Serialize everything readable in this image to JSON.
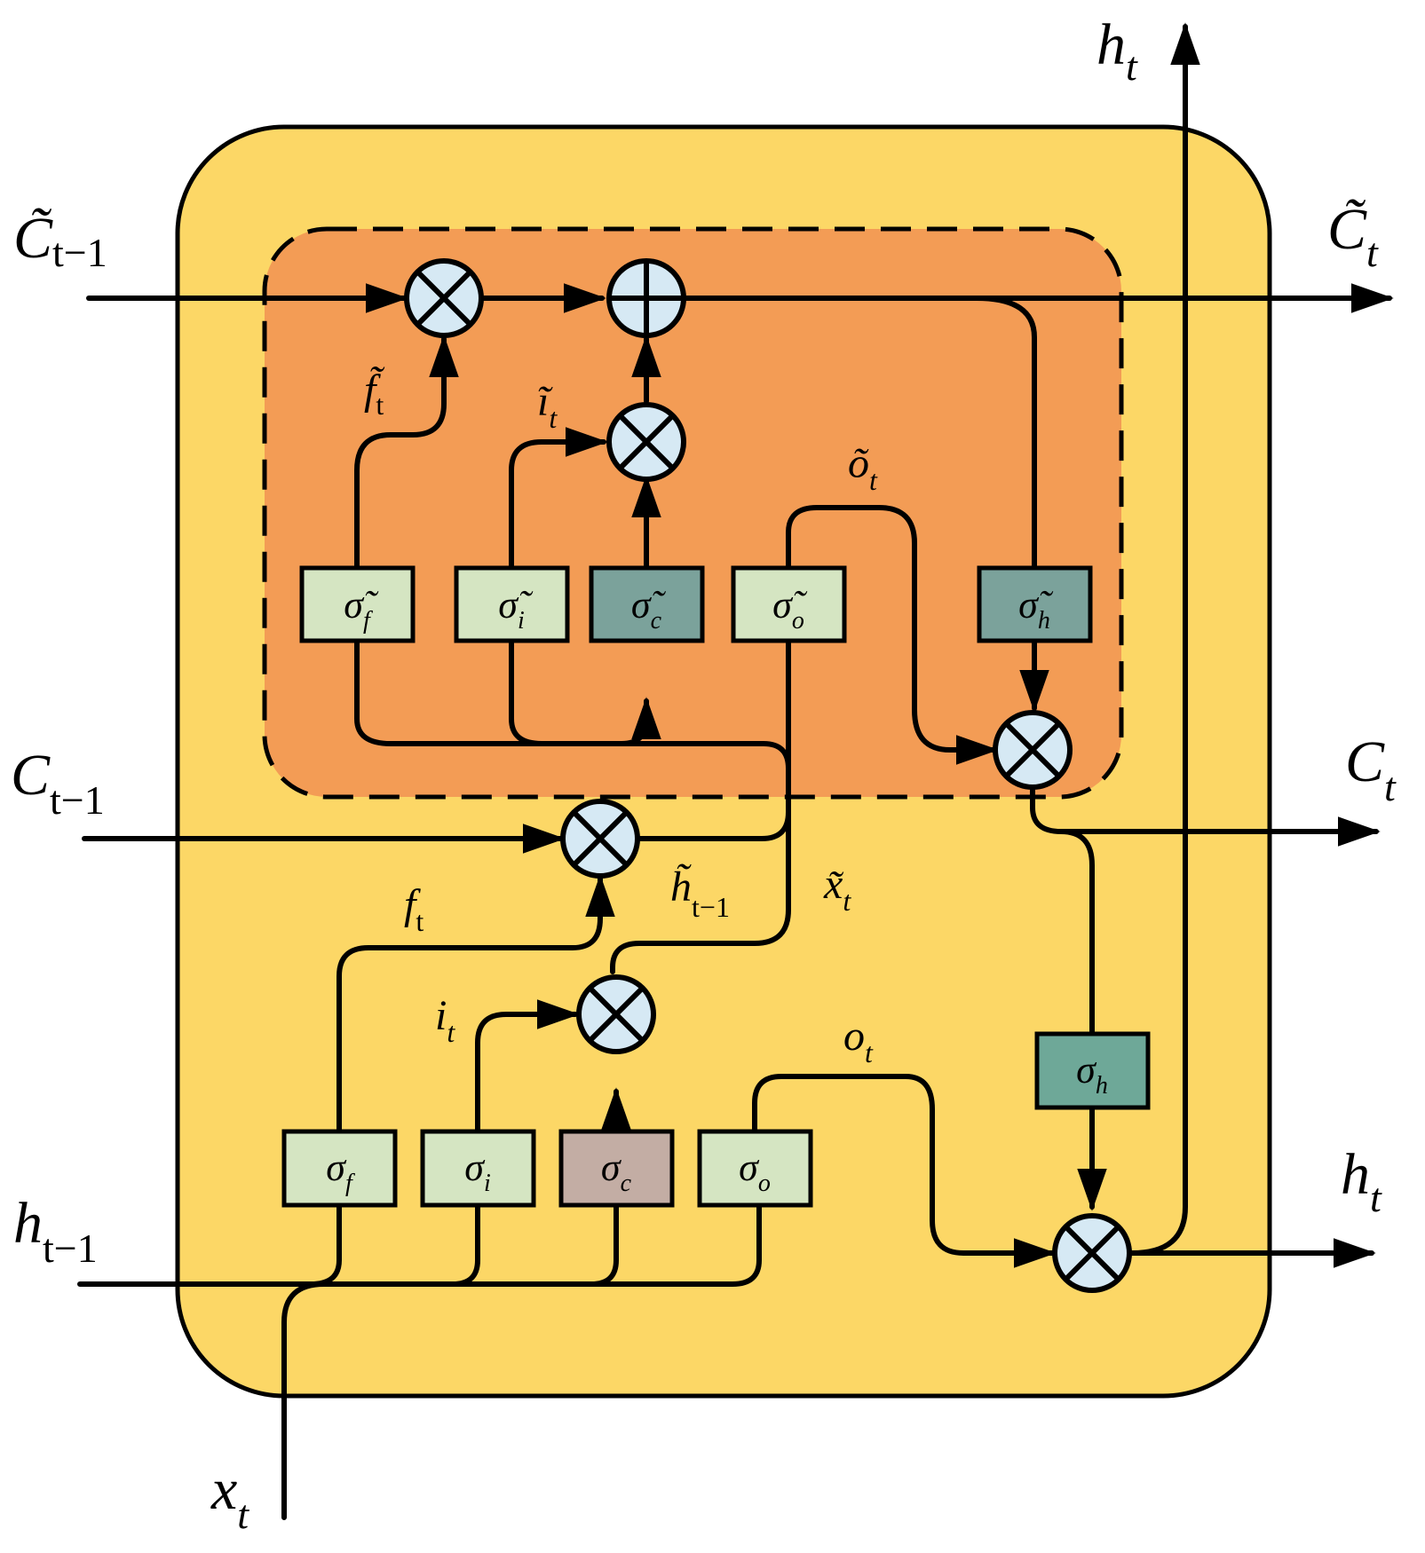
{
  "colors": {
    "outer_box": "#fcd766",
    "inner_region": "#f39c55",
    "gate_light": "#d5e5c2",
    "gate_dark": "#7ba29b",
    "gate_sigma_h": "#6ea898",
    "gate_sigma_c": "#c3ada4",
    "operator": "#d6e9f4",
    "line": "#000000"
  },
  "icons": {
    "multiply": "circled-times-icon",
    "add": "circled-plus-icon",
    "arrow": "arrowhead-icon"
  },
  "io_labels": {
    "c_tilde_prev": "C̃",
    "c_tilde_prev_sub": "t−1",
    "c_tilde_out": "C̃",
    "c_tilde_out_sub": "t",
    "c_prev": "C",
    "c_prev_sub": "t−1",
    "c_out": "C",
    "c_out_sub": "t",
    "h_prev": "h",
    "h_prev_sub": "t−1",
    "h_out": "h",
    "h_out_sub": "t",
    "h_top": "h",
    "h_top_sub": "t",
    "x_in": "x",
    "x_in_sub": "t"
  },
  "signal_labels": {
    "f_tilde": "f̃",
    "f_tilde_sub": "t",
    "i_tilde": "ĩ",
    "i_tilde_sub": "t",
    "o_tilde": "õ",
    "o_tilde_sub": "t",
    "h_tilde_prev": "h̃",
    "h_tilde_prev_sub": "t−1",
    "x_tilde": "x̃",
    "x_tilde_sub": "t",
    "f": "f",
    "f_sub": "t",
    "i": "i",
    "i_sub": "t",
    "o": "o",
    "o_sub": "t"
  },
  "inner_gates": [
    {
      "symbol": "σ̃",
      "sub": "f"
    },
    {
      "symbol": "σ̃",
      "sub": "i"
    },
    {
      "symbol": "σ̃",
      "sub": "c"
    },
    {
      "symbol": "σ̃",
      "sub": "o"
    },
    {
      "symbol": "σ̃",
      "sub": "h"
    }
  ],
  "outer_gates": [
    {
      "symbol": "σ",
      "sub": "f"
    },
    {
      "symbol": "σ",
      "sub": "i"
    },
    {
      "symbol": "σ",
      "sub": "c"
    },
    {
      "symbol": "σ",
      "sub": "o"
    },
    {
      "symbol": "σ",
      "sub": "h"
    }
  ]
}
